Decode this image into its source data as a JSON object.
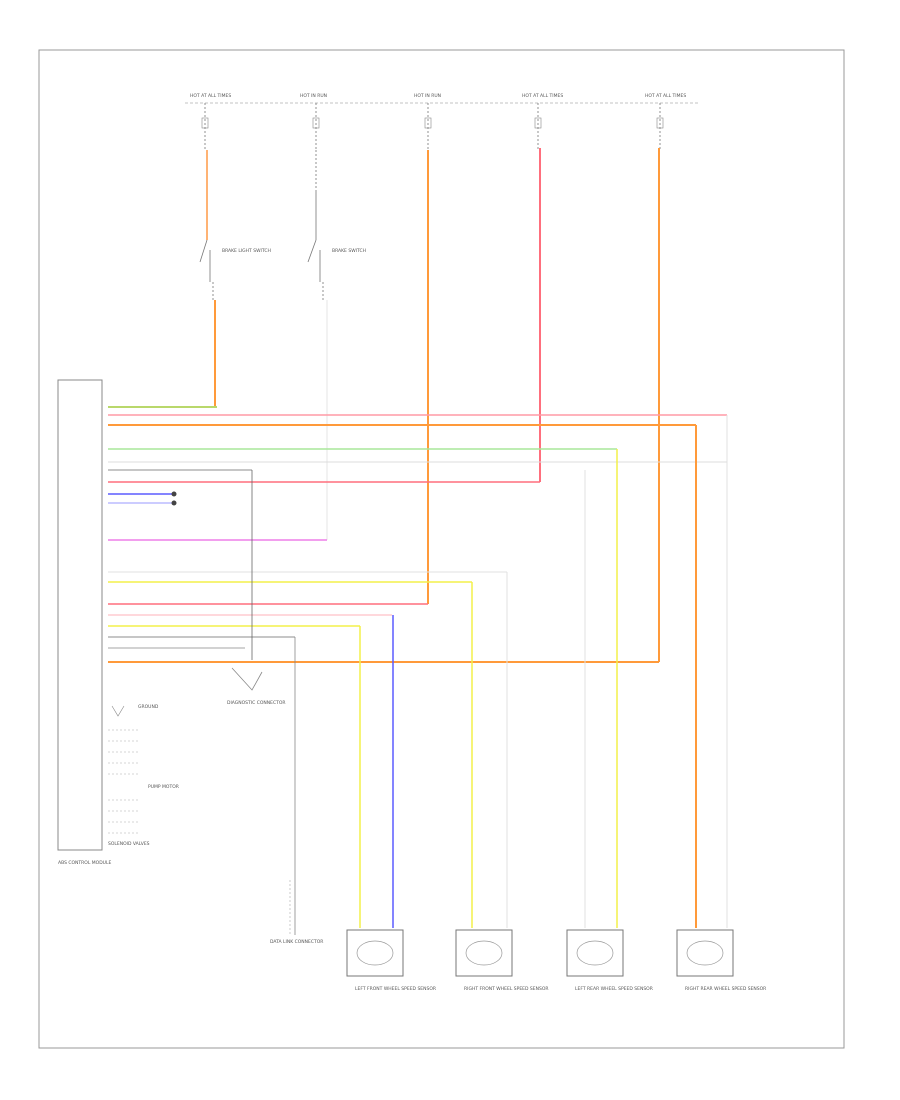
{
  "diagram": {
    "id_code": "",
    "colors": {
      "red": "#ff6f7d",
      "orange": "#ff9a3a",
      "yellow": "#f4f04a",
      "green": "#9fe18b",
      "blue": "#5b5bff",
      "violet": "#ee7fe8",
      "black": "#555555",
      "white": "#dddddd",
      "yellow_green": "#b9d86b"
    },
    "top_sources": [
      {
        "id": "s1",
        "name": "HOT AT ALL TIMES"
      },
      {
        "id": "s2",
        "name": "HOT IN RUN"
      },
      {
        "id": "s3",
        "name": "HOT IN RUN"
      },
      {
        "id": "s4",
        "name": "HOT AT ALL TIMES"
      },
      {
        "id": "s5",
        "name": "HOT AT ALL TIMES"
      }
    ],
    "switches": [
      {
        "id": "sw1",
        "name": "BRAKE LIGHT SWITCH"
      },
      {
        "id": "sw2",
        "name": "BRAKE SWITCH"
      }
    ],
    "module": {
      "name": "ABS CONTROL MODULE"
    },
    "module_pins": [
      "",
      "",
      "",
      "",
      "",
      "",
      "",
      "",
      "",
      "",
      "",
      "",
      "",
      "",
      "",
      "",
      "",
      "",
      "",
      "",
      "",
      "",
      "",
      "",
      "",
      "",
      "",
      "",
      "",
      "",
      "",
      "",
      ""
    ],
    "module_sub_labels": [
      {
        "id": "diag",
        "name": "DIAGNOSTIC CONNECTOR"
      },
      {
        "id": "ground",
        "name": "GROUND"
      },
      {
        "id": "pump",
        "name": "PUMP MOTOR"
      },
      {
        "id": "solenoids",
        "name": "SOLENOID VALVES"
      }
    ],
    "components": [
      {
        "id": "c1",
        "name": "DATA LINK CONNECTOR"
      },
      {
        "id": "c2",
        "name": "LEFT FRONT WHEEL SPEED SENSOR"
      },
      {
        "id": "c3",
        "name": "RIGHT FRONT WHEEL SPEED SENSOR"
      },
      {
        "id": "c4",
        "name": "LEFT REAR WHEEL SPEED SENSOR"
      },
      {
        "id": "c5",
        "name": "RIGHT REAR WHEEL SPEED SENSOR"
      }
    ]
  }
}
